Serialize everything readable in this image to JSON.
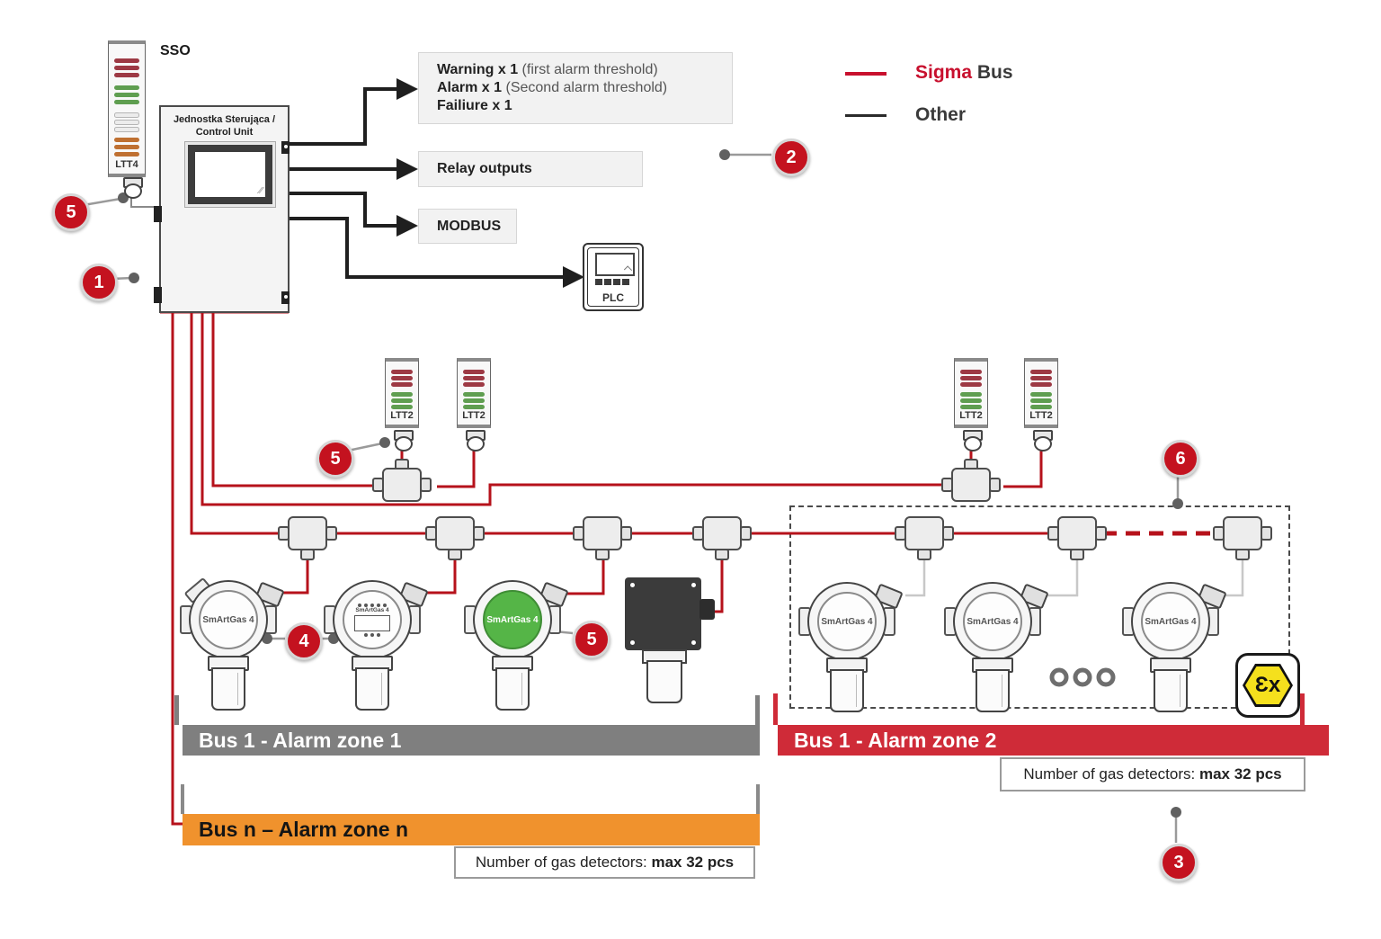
{
  "colors": {
    "sigma_bus_red": "#b6121b",
    "accent_red": "#c8102e",
    "badge_red": "#c4121f",
    "zone1_gray": "#7f7f7f",
    "zone2_red": "#cf2b38",
    "zone_n_orange": "#f0922d",
    "green_detector_face": "#55b547",
    "ex_yellow": "#f5e01d"
  },
  "legend": {
    "sigma": "Sigma",
    "bus": " Bus",
    "other": "Other"
  },
  "sso": {
    "label": "SSO"
  },
  "control_unit": {
    "title_line1": "Jednostka Sterująca /",
    "title_line2": "Control Unit"
  },
  "outputs": {
    "warning": {
      "line1_bold": "Warning x 1",
      "line1_rest": " (first alarm threshold)",
      "line2_bold": "Alarm x 1",
      "line2_rest": " (Second alarm threshold)",
      "line3_bold": "Failiure x 1"
    },
    "relay": {
      "label": "Relay outputs"
    },
    "modbus": {
      "label": "MODBUS"
    },
    "plc": {
      "label": "PLC"
    }
  },
  "towers": {
    "ltt4": "LTT4",
    "ltt2": "LTT2"
  },
  "detector": {
    "label": "SmArtGas 4"
  },
  "ex": {
    "label": "Ɛx"
  },
  "zones": {
    "zone1": "Bus 1 - Alarm zone 1",
    "zone2": "Bus 1 - Alarm zone 2",
    "zone_n": "Bus n – Alarm zone n"
  },
  "detector_count": {
    "prefix": "Number of gas detectors: ",
    "value": "max 32 pcs"
  },
  "badges": {
    "n1": "1",
    "n2": "2",
    "n3": "3",
    "n4": "4",
    "n5": "5",
    "n6": "6"
  }
}
